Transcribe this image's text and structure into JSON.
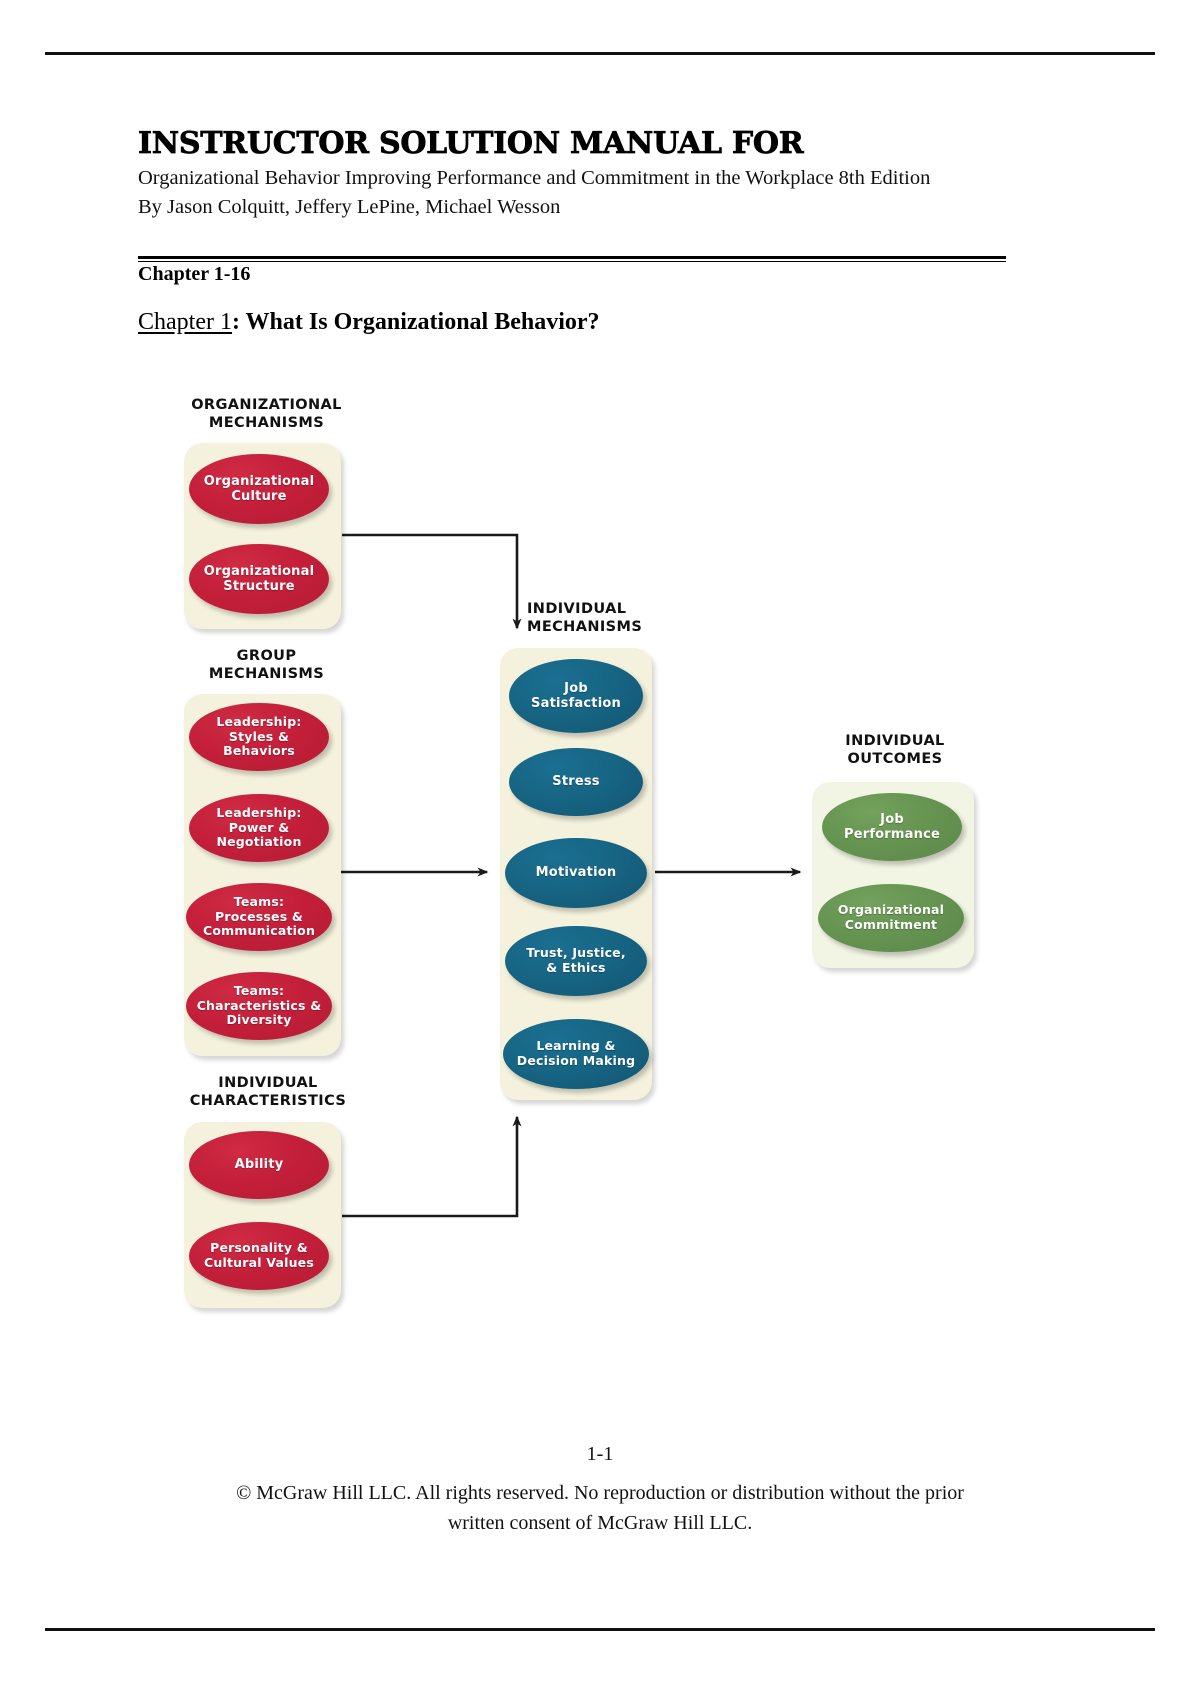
{
  "document": {
    "title": "INSTRUCTOR SOLUTION MANUAL FOR",
    "subtitle_line1": "Organizational Behavior Improving Performance and Commitment in the Workplace 8th Edition",
    "subtitle_line2": "By Jason Colquitt, Jeffery LePine, Michael Wesson",
    "chapter_range": "Chapter 1-16",
    "chapter_heading_link": "Chapter 1",
    "chapter_heading_rest": ": What Is Organizational Behavior?",
    "page_number": "1-1",
    "copyright_line1": "© McGraw Hill LLC. All rights reserved. No reproduction or distribution without the prior",
    "copyright_line2": "written consent of McGraw Hill LLC."
  },
  "diagram": {
    "name": "integrative-model-of-organizational-behavior",
    "colors": {
      "red": "#c41f3b",
      "blue": "#176584",
      "green": "#669451",
      "panel_cream": "#f4f2dc",
      "panel_green": "#f2f4e4",
      "arrow": "#1a1a1a"
    },
    "groups": [
      {
        "key": "organizational_mechanisms",
        "label": "ORGANIZATIONAL\nMECHANISMS",
        "color": "red",
        "nodes": [
          {
            "label": "Organizational\nCulture"
          },
          {
            "label": "Organizational\nStructure"
          }
        ]
      },
      {
        "key": "group_mechanisms",
        "label": "GROUP\nMECHANISMS",
        "color": "red",
        "nodes": [
          {
            "label": "Leadership:\nStyles &\nBehaviors"
          },
          {
            "label": "Leadership:\nPower &\nNegotiation"
          },
          {
            "label": "Teams:\nProcesses &\nCommunication"
          },
          {
            "label": "Teams:\nCharacteristics &\nDiversity"
          }
        ]
      },
      {
        "key": "individual_characteristics",
        "label": "INDIVIDUAL\nCHARACTERISTICS",
        "color": "red",
        "nodes": [
          {
            "label": "Ability"
          },
          {
            "label": "Personality &\nCultural Values"
          }
        ]
      },
      {
        "key": "individual_mechanisms",
        "label": "INDIVIDUAL\nMECHANISMS",
        "color": "blue",
        "nodes": [
          {
            "label": "Job\nSatisfaction"
          },
          {
            "label": "Stress"
          },
          {
            "label": "Motivation"
          },
          {
            "label": "Trust, Justice,\n& Ethics"
          },
          {
            "label": "Learning &\nDecision Making"
          }
        ]
      },
      {
        "key": "individual_outcomes",
        "label": "INDIVIDUAL\nOUTCOMES",
        "color": "green",
        "nodes": [
          {
            "label": "Job\nPerformance"
          },
          {
            "label": "Organizational\nCommitment"
          }
        ]
      }
    ],
    "connections": [
      {
        "from": "organizational_mechanisms",
        "to": "individual_mechanisms"
      },
      {
        "from": "group_mechanisms",
        "to": "individual_mechanisms"
      },
      {
        "from": "individual_characteristics",
        "to": "individual_mechanisms"
      },
      {
        "from": "individual_mechanisms",
        "to": "individual_outcomes"
      }
    ]
  }
}
